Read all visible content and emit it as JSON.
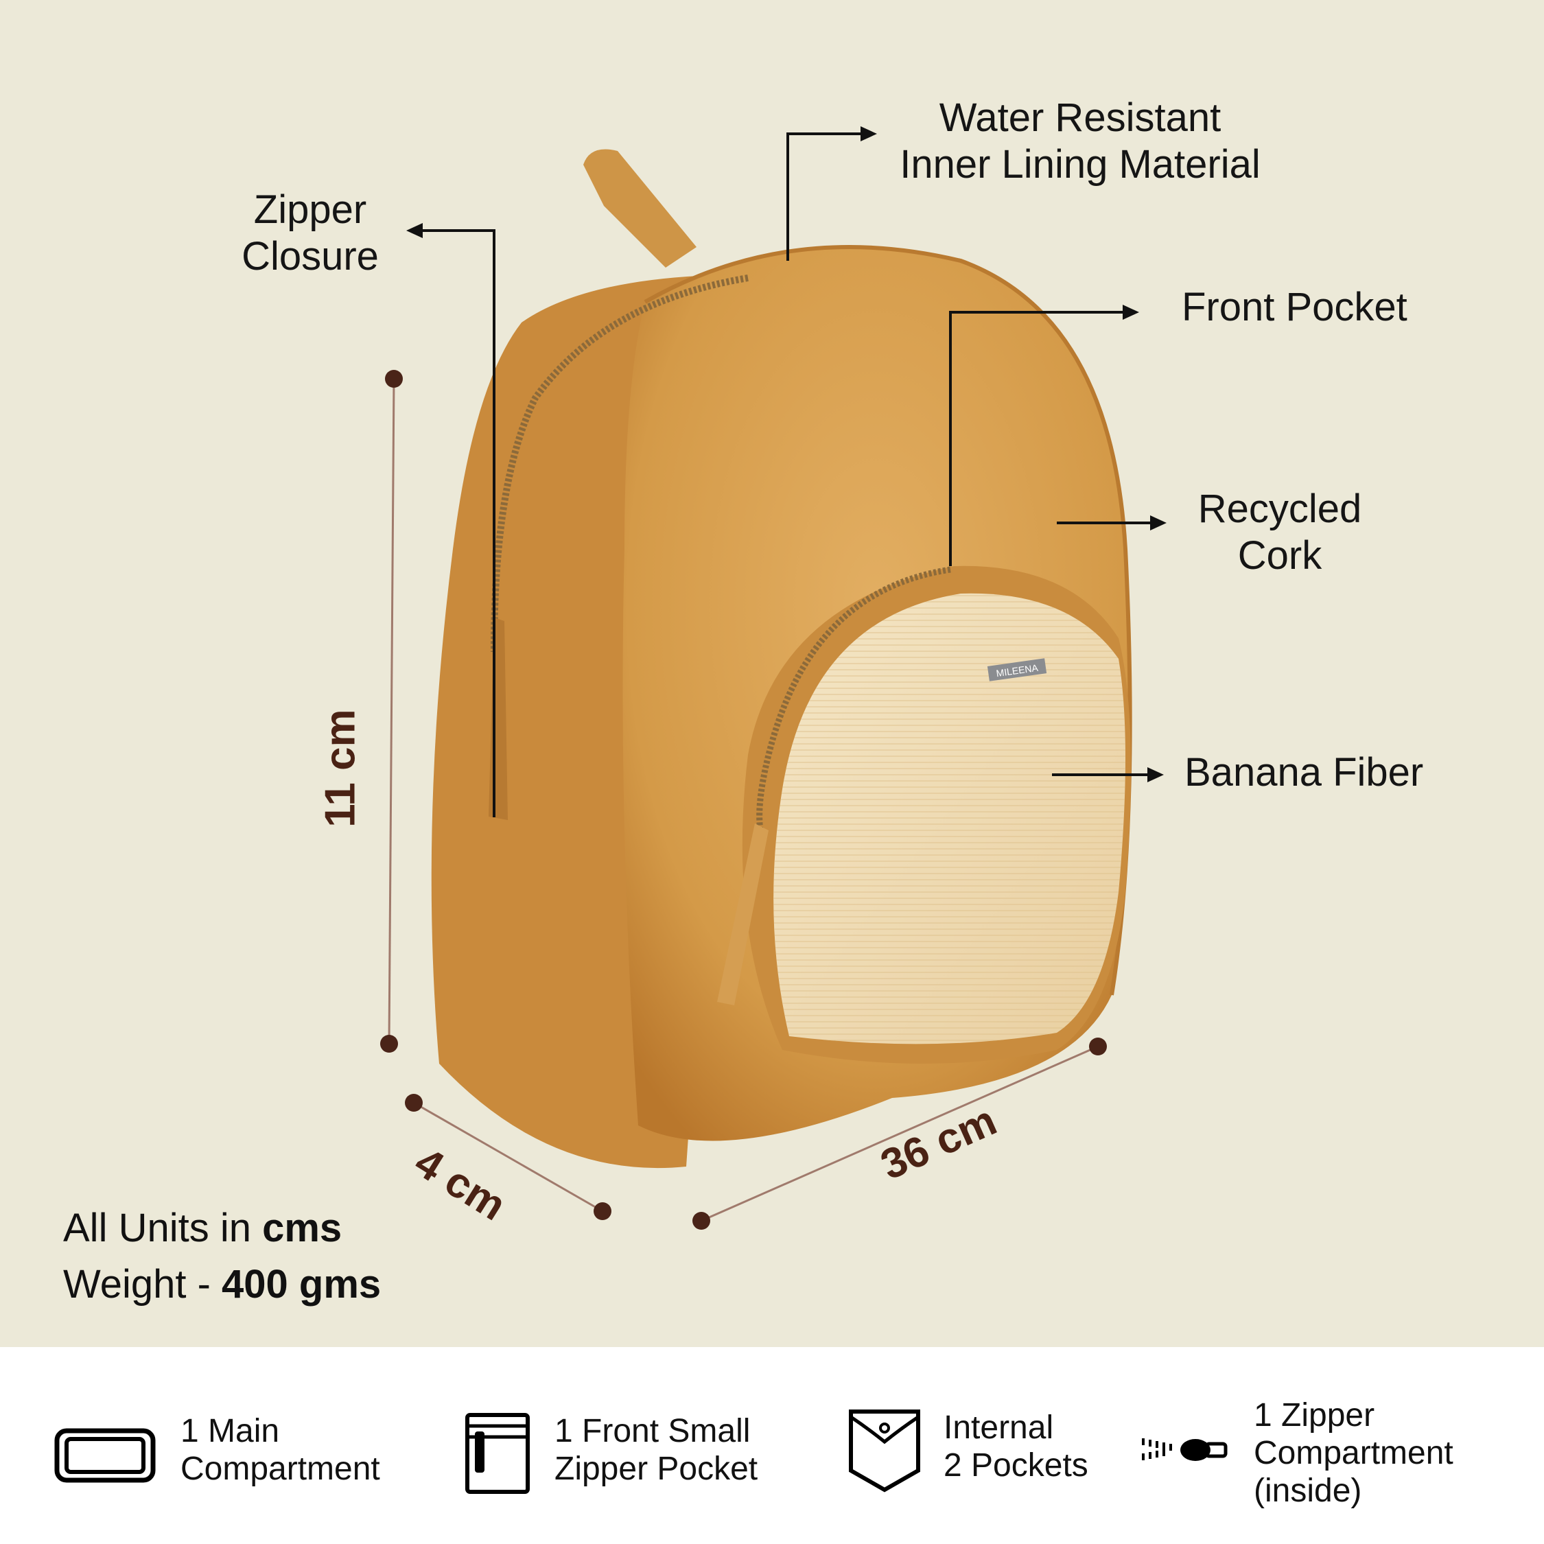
{
  "callouts": {
    "water_resistant": [
      "Water Resistant",
      "Inner Lining Material"
    ],
    "zipper_closure": [
      "Zipper",
      "Closure"
    ],
    "front_pocket": "Front Pocket",
    "recycled_cork": [
      "Recycled",
      "Cork"
    ],
    "banana_fiber": "Banana Fiber"
  },
  "dimensions": {
    "height": "11 cm",
    "depth": "4 cm",
    "width": "36 cm"
  },
  "units": {
    "prefix": "All Units in ",
    "value": "cms"
  },
  "weight": {
    "prefix": "Weight - ",
    "value": "400 gms"
  },
  "brand_tag": "MILEENA",
  "features": [
    {
      "icon": "main-compartment-icon",
      "lines": [
        "1 Main",
        "Compartment"
      ]
    },
    {
      "icon": "zipper-pocket-icon",
      "lines": [
        "1 Front Small",
        "Zipper Pocket"
      ]
    },
    {
      "icon": "pocket-icon",
      "lines": [
        "Internal",
        "2 Pockets"
      ]
    },
    {
      "icon": "zipper-icon",
      "lines": [
        "1 Zipper",
        "Compartment",
        "(inside)"
      ]
    }
  ],
  "colors": {
    "background": "#ECE9D8",
    "cork": "#D9A04E",
    "banana_fiber": "#F0DDB5",
    "dimension": "#4A2214"
  }
}
